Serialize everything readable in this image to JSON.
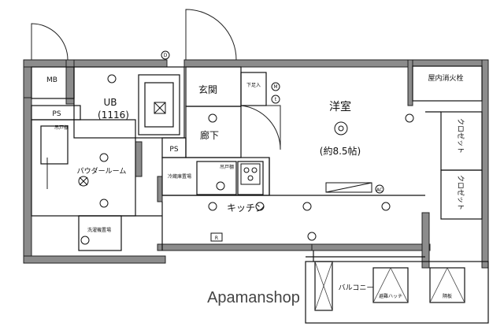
{
  "rooms": {
    "mb": "MB",
    "ps_left": "PS",
    "ps_mid": "PS",
    "ub": "UB",
    "ub_size": "(1116)",
    "genkan": "玄関",
    "shita_soku": "下足入",
    "rouka": "廊下",
    "youshitsu": "洋室",
    "youshitsu_size": "(約8.5帖)",
    "closet_1": "クロゼット",
    "closet_2": "クロゼット",
    "powder_room": "パウダールーム",
    "kitchen": "キッチン",
    "balcony": "バルコニー",
    "hydrant": "屋内消火栓"
  },
  "fixtures": {
    "tsuritodana_left": "吊戸棚",
    "tsuritodana_kitchen": "吊戸棚",
    "fridge_space": "冷蔵庫置場",
    "washer_space": "洗濯機置場",
    "ac": "AC",
    "r": "R",
    "d": "D",
    "m": "M",
    "t": "t",
    "balcony_box_1": "避難ハッチ",
    "balcony_box_2": "隔板"
  },
  "watermark": "Apamanshop",
  "colors": {
    "wall": "#8c8c8c",
    "wall_dark": "#222222",
    "line": "#111111"
  }
}
